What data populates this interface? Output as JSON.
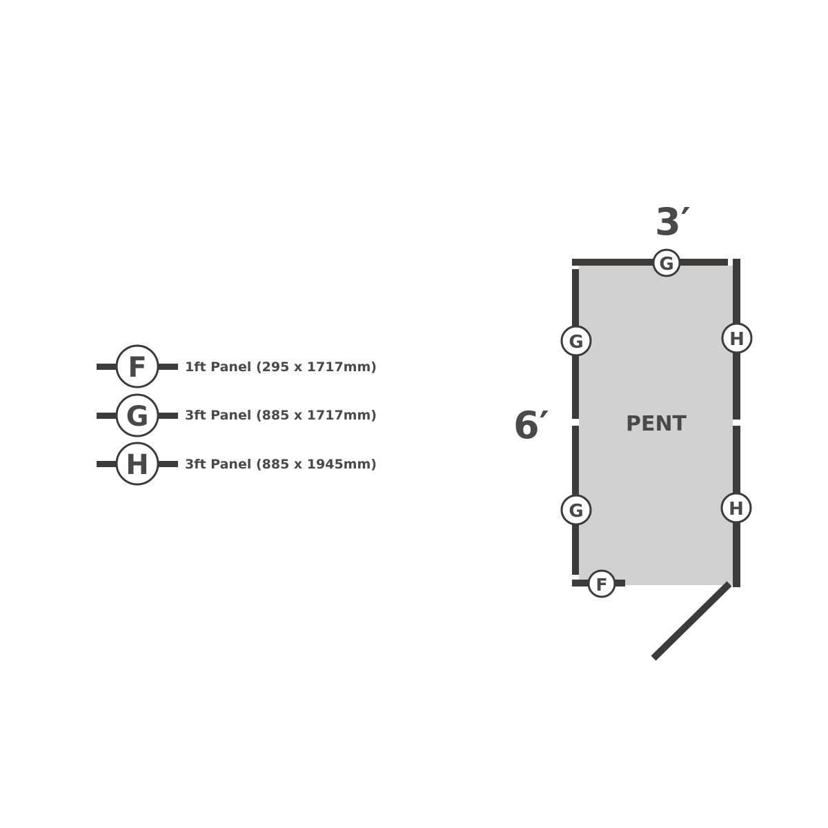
{
  "legend": [
    {
      "code": "F",
      "label": "1ft Panel (295 x 1717mm)"
    },
    {
      "code": "G",
      "label": "3ft Panel (885 x 1717mm)"
    },
    {
      "code": "H",
      "label": "3ft Panel (885 x 1945mm)"
    }
  ],
  "plan": {
    "width_label": "3′",
    "depth_label": "6′",
    "name": "PENT",
    "panels": {
      "top": "G",
      "left_upper": "G",
      "left_lower": "G",
      "right_upper": "H",
      "right_lower": "H",
      "front": "F"
    }
  },
  "colors": {
    "wall": "#3d3b3a",
    "floor": "#d1d1d1",
    "text": "#4a4848"
  }
}
